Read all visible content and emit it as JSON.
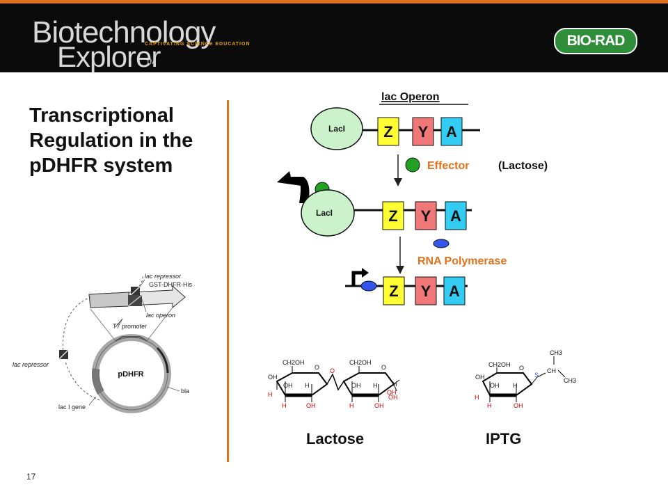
{
  "header": {
    "logo_line1": "Biotechnology",
    "logo_line2": "Explorer",
    "logo_tm": "TM",
    "logo_tagline": "CAPTIVATING SCIENCE EDUCATION",
    "brand": "BIO-RAD"
  },
  "slide": {
    "title": "Transcriptional Regulation in the pDHFR system",
    "page_number": "17"
  },
  "operon": {
    "heading": "lac Operon",
    "repressor_label": "LacI",
    "genes": [
      "Z",
      "Y",
      "A"
    ],
    "effector_label": "Effector",
    "effector_paren": "(Lactose)",
    "polymerase_label": "RNA Polymerase"
  },
  "plasmid": {
    "name": "pDHFR",
    "labels": {
      "lac_repressor_top": "lac repressor",
      "gst": "GST-DHFR-His",
      "lac_operon": "lac operon",
      "t7": "T7 promoter",
      "lac_repressor_left": "lac repressor",
      "bla": "bla",
      "laci_gene": "lac I gene"
    }
  },
  "molecules": {
    "lactose_name": "Lactose",
    "iptg_name": "IPTG",
    "lactose_labels": {
      "ch2oh_1": "CH2OH",
      "o_ring1": "O",
      "o_link": "O",
      "ch2oh_2": "CH2OH",
      "o_ring2": "O",
      "oh_a": "OH",
      "oh_b": "OH",
      "h_a": "H",
      "h_b": "H",
      "h_c": "H",
      "oh_c": "OH",
      "oh_d": "OH",
      "h_d": "H",
      "h_e": "H",
      "oh_e": "OH",
      "oh_f": "OH",
      "h_f": "H",
      "oh_g": "OH"
    },
    "iptg_labels": {
      "ch3_top": "CH3",
      "ch2oh": "CH2OH",
      "o_ring": "O",
      "s": "S",
      "ch": "CH",
      "ch3_right": "CH3",
      "oh_a": "OH",
      "oh_b": "OH",
      "h_a": "H",
      "h_b": "H",
      "h_c": "H",
      "oh_c": "OH"
    }
  },
  "colors": {
    "accent_orange": "#e0701a",
    "gene_z": "#ffff33",
    "gene_y": "#f07878",
    "gene_a": "#33ccf2",
    "repressor": "#ccf2cc",
    "effector": "#22a022",
    "polymerase": "#3355ee",
    "brand_green": "#2f8e3a"
  }
}
